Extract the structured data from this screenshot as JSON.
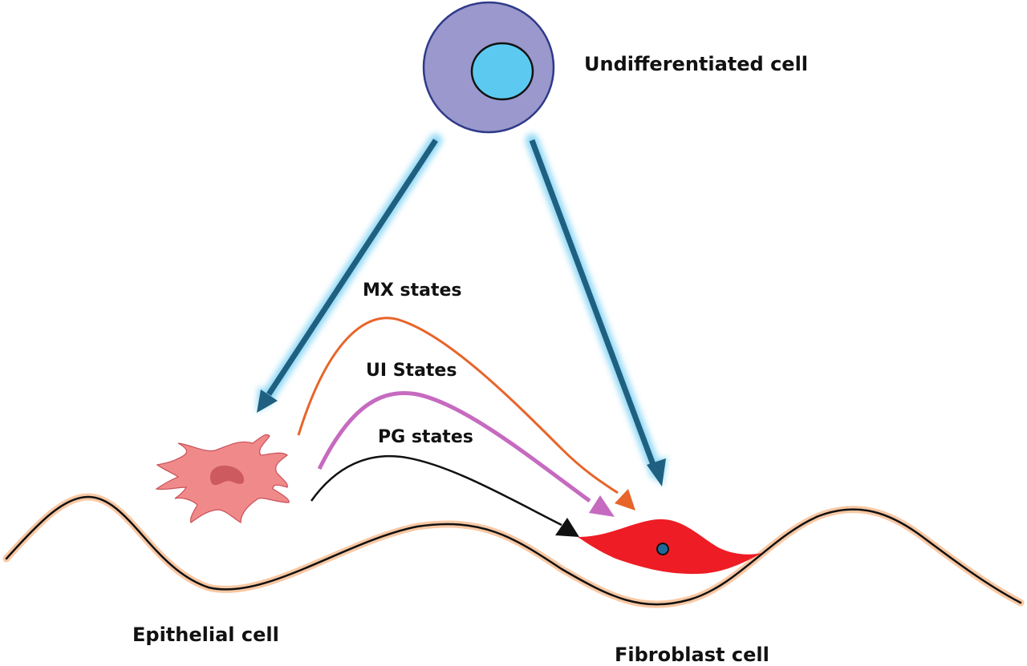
{
  "labels": {
    "undifferentiated": "Undifferentiated cell",
    "epithelial": "Epithelial cell",
    "fibroblast": "Fibroblast cell",
    "mx": "MX states",
    "ui": "UI States",
    "pg": "PG states"
  },
  "colors": {
    "undiff_body": "#9a98cc",
    "undiff_outline": "#2f3a8a",
    "undiff_nucleus": "#5ccaf0",
    "main_arrow": "#1f5f80",
    "arrow_glow": "#8fd8f5",
    "mx_arrow": "#e8642a",
    "ui_arrow": "#c66ac0",
    "pg_arrow": "#111111",
    "epithelial_body": "#f08a8a",
    "epithelial_nucleus": "#cc5a5e",
    "fibroblast_body": "#ee1c24",
    "fibroblast_nucleus": "#1f6a9a",
    "membrane_line": "#111111",
    "membrane_glow": "#f8c8a4"
  }
}
